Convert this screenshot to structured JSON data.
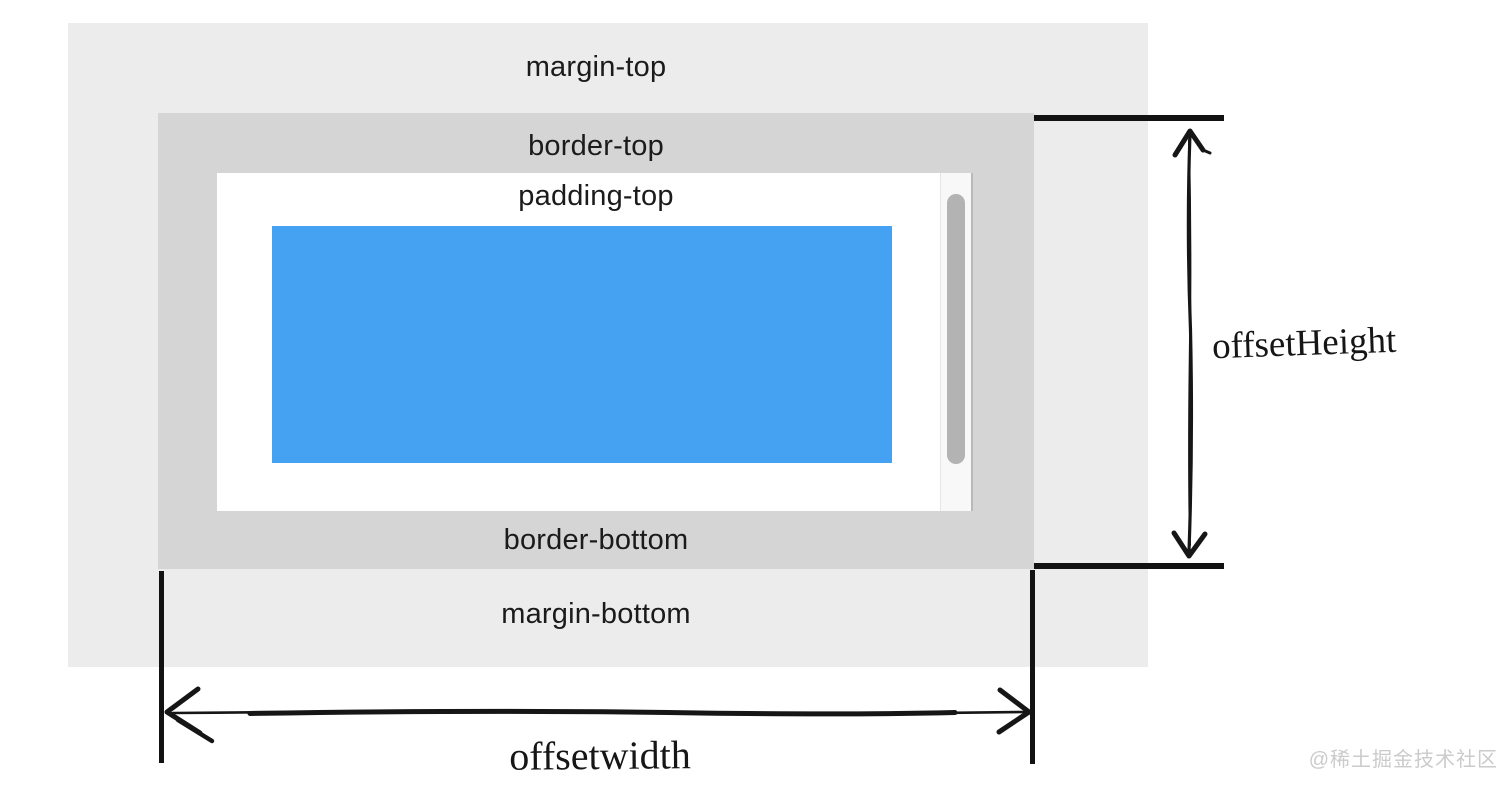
{
  "diagram": {
    "title_context": "CSS box model offsetWidth / offsetHeight diagram",
    "region_labels": {
      "margin_top": "margin-top",
      "border_top": "border-top",
      "padding_top": "padding-top",
      "border_bottom": "border-bottom",
      "margin_bottom": "margin-bottom"
    },
    "measure_labels": {
      "offset_height": "offsetHeight",
      "offset_width": "offsetwidth"
    },
    "watermark": "@稀土掘金技术社区",
    "colors": {
      "margin_box": "#ececec",
      "border_box": "#d5d5d5",
      "padding_box": "#ffffff",
      "content_box": "#45a1f2",
      "scrollbar_track": "#f8f8f8",
      "scrollbar_thumb": "#b3b3b3",
      "annotation": "#161616",
      "watermark": "#cbcbcb"
    }
  }
}
